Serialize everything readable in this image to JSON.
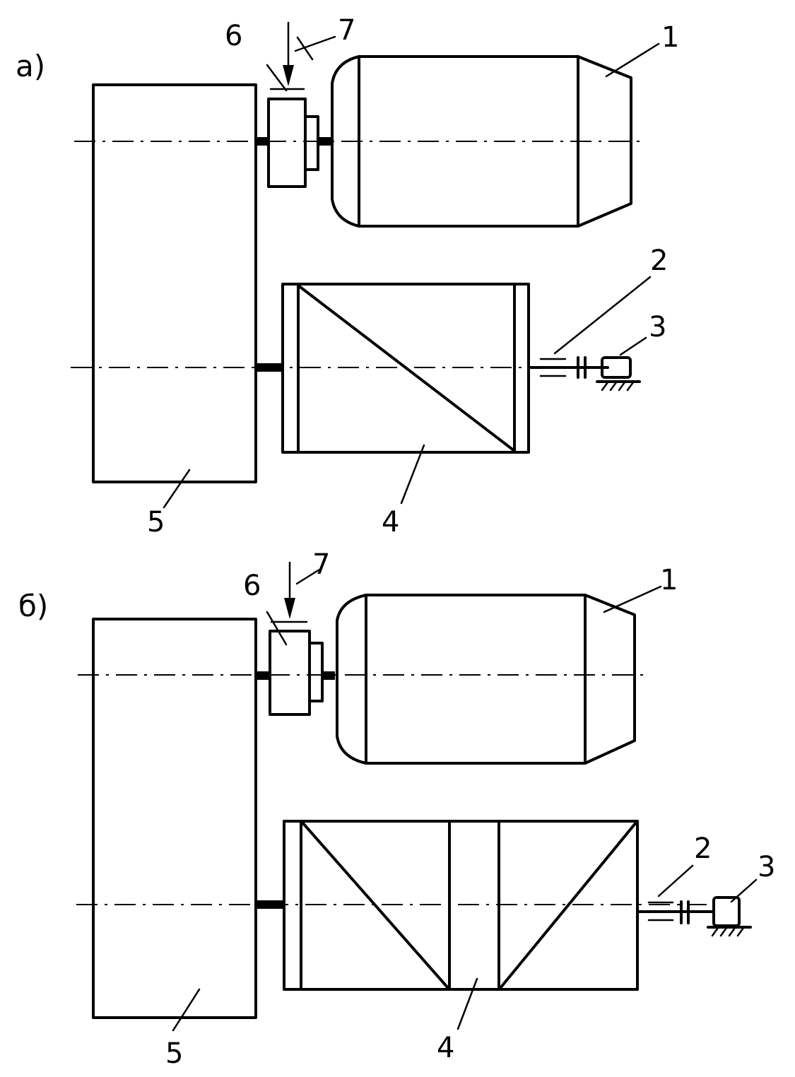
{
  "panels": [
    {
      "id": "a",
      "label": "а)",
      "callouts": {
        "motor": "1",
        "clutch": "2",
        "support": "3",
        "drum": "4",
        "gearbox": "5",
        "brake": "6",
        "force": "7"
      }
    },
    {
      "id": "b",
      "label": "б)",
      "callouts": {
        "motor": "1",
        "clutch": "2",
        "support": "3",
        "drum": "4",
        "gearbox": "5",
        "brake": "6",
        "force": "7"
      }
    }
  ]
}
